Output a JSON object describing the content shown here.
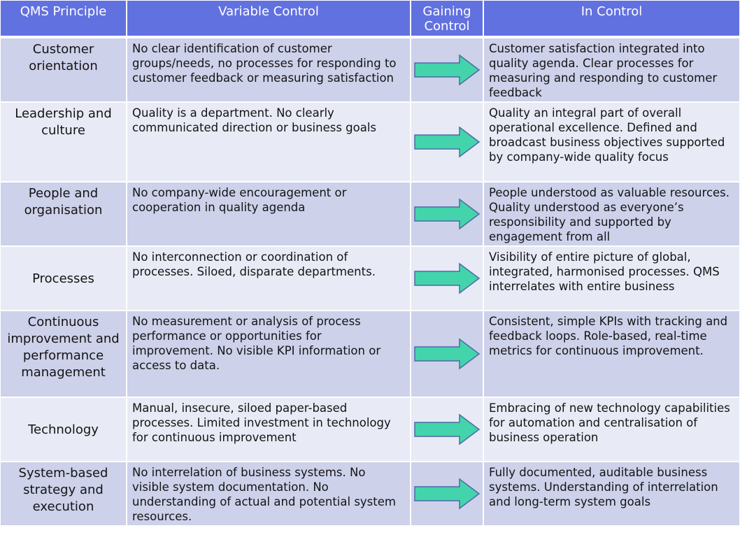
{
  "header": {
    "principle": "QMS Principle",
    "variable": "Variable Control",
    "gaining": "Gaining Control",
    "in_control": "In Control"
  },
  "colors": {
    "header_bg": "#6271e0",
    "row_dark": "#cdd1ea",
    "row_light": "#e8eaf5",
    "arrow_fill": "#43d4ab",
    "arrow_stroke": "#4d69a8"
  },
  "rows": [
    {
      "principle": "Customer orientation",
      "variable": "No clear identification of customer groups/needs, no processes for responding to customer feedback or measuring satisfaction",
      "arrow_icon": "right-arrow-icon",
      "in_control": "Customer satisfaction integrated into quality agenda. Clear processes for measuring and responding to customer feedback"
    },
    {
      "principle": "Leadership and culture",
      "variable": "Quality is a department. No clearly communicated direction or business goals",
      "arrow_icon": "right-arrow-icon",
      "in_control": "Quality an integral part of overall operational excellence. Defined and broadcast business objectives supported by company-wide quality focus"
    },
    {
      "principle": "People and organisation",
      "variable": "No company-wide encouragement or cooperation in quality agenda",
      "arrow_icon": "right-arrow-icon",
      "in_control": "People understood as valuable resources. Quality understood as everyone’s responsibility and supported by engagement from all"
    },
    {
      "principle": "Processes",
      "variable": "No interconnection or coordination of processes. Siloed, disparate departments.",
      "arrow_icon": "right-arrow-icon",
      "in_control": "Visibility of entire picture of global, integrated, harmonised processes. QMS interrelates with entire business"
    },
    {
      "principle": "Continuous improvement and performance management",
      "variable": "No measurement or analysis of process performance or opportunities for improvement. No visible KPI information or access to data.",
      "arrow_icon": "right-arrow-icon",
      "in_control": "Consistent, simple KPIs with tracking and feedback loops. Role-based, real-time metrics for continuous improvement."
    },
    {
      "principle": "Technology",
      "variable": "Manual, insecure, siloed paper-based processes. Limited investment in technology for continuous improvement",
      "arrow_icon": "right-arrow-icon",
      "in_control": "Embracing of new technology capabilities for automation and centralisation of business operation"
    },
    {
      "principle": "System-based strategy and execution",
      "variable": "No interrelation of business systems. No visible system documentation. No understanding of actual and potential system resources.",
      "arrow_icon": "right-arrow-icon",
      "in_control": "Fully documented, auditable business systems. Understanding of interrelation and long-term system goals"
    }
  ]
}
